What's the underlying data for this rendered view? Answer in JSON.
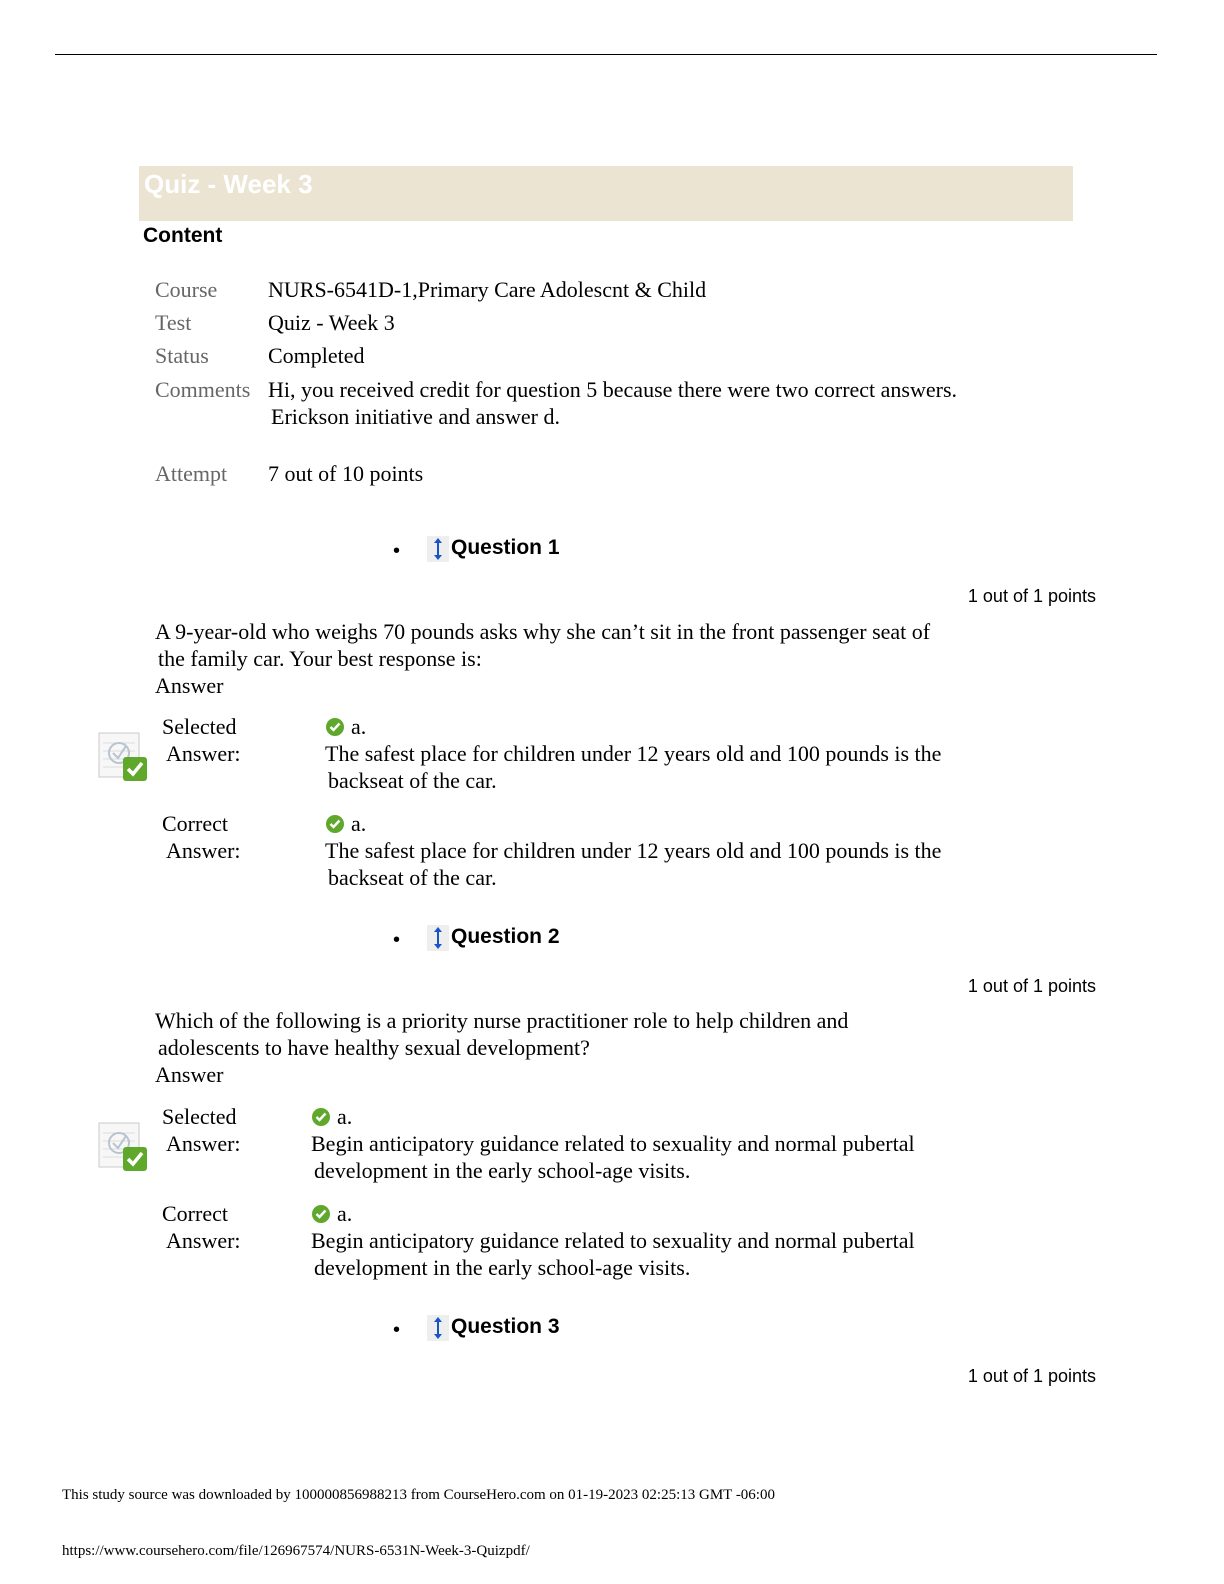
{
  "banner": {
    "title": "Quiz - Week 3"
  },
  "content_heading": "Content",
  "meta": [
    {
      "label": "Course",
      "value": "NURS-6541D-1,Primary Care Adolescnt & Child"
    },
    {
      "label": "Test",
      "value": "Quiz - Week 3"
    },
    {
      "label": "Status",
      "value": "Completed"
    },
    {
      "label": "Comments",
      "value_line1": "Hi, you received credit for question 5 because there were two correct answers.",
      "value_line2": "Erickson initiative and answer d."
    },
    {
      "label": "Attempt",
      "value": "7 out of 10 points"
    }
  ],
  "answer_label": "Answer",
  "selected_label": [
    "Selected",
    "Answer:"
  ],
  "correct_label": [
    "Correct",
    "Answer:"
  ],
  "questions": [
    {
      "title": "Question 1",
      "points": "1 out of 1 points",
      "text_line1": "A 9-year-old who weighs 70 pounds asks why she can’t sit in the front passenger seat of",
      "text_line2": "the family car. Your best response is:",
      "selected": {
        "letter": "a.",
        "line1": "The safest place for children under 12 years old and 100 pounds is the",
        "line2": "backseat of the car."
      },
      "correct": {
        "letter": "a.",
        "line1": "The safest place for children under 12 years old and 100 pounds is the",
        "line2": "backseat of the car."
      }
    },
    {
      "title": "Question 2",
      "points": "1 out of 1 points",
      "text_line1": "Which of the following is a priority nurse practitioner role to help children and",
      "text_line2": "adolescents to have healthy sexual development?",
      "selected": {
        "letter": "a.",
        "line1": "Begin anticipatory guidance related to sexuality and normal pubertal",
        "line2": "development in the early school-age visits."
      },
      "correct": {
        "letter": "a.",
        "line1": "Begin anticipatory guidance related to sexuality and normal pubertal",
        "line2": "development in the early school-age visits."
      }
    },
    {
      "title": "Question 3",
      "points": "1 out of 1 points"
    }
  ],
  "footer": {
    "source": "This study source was downloaded by 100000856988213 from CourseHero.com on 01-19-2023 02:25:13 GMT -06:00",
    "url": "https://www.coursehero.com/file/126967574/NURS-6531N-Week-3-Quizpdf/"
  },
  "colors": {
    "banner_bg": "#ece4d2",
    "check_green": "#5fa82c",
    "sort_icon_blue": "#1a55c8",
    "label_gray": "#666666"
  }
}
